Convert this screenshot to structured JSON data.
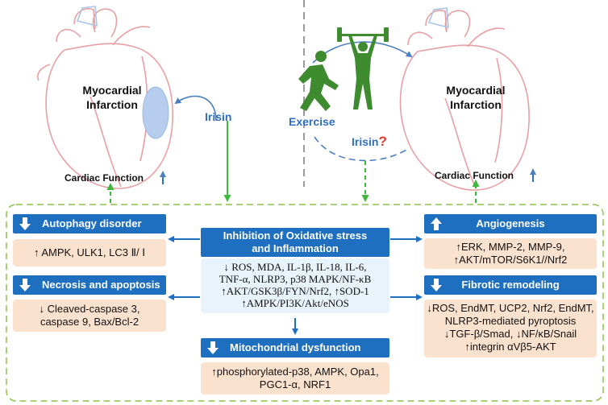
{
  "left_panel": {
    "heart_title": [
      "Myocardial",
      "Infarction"
    ],
    "irisin_label": "Irisin",
    "cardiac_function_label": "Cardiac Function"
  },
  "right_panel": {
    "heart_title": [
      "Myocardial",
      "Infarction"
    ],
    "exercise_label": "Exercise",
    "irisin_label": "Irisin",
    "irisin_question": "?",
    "cardiac_function_label": "Cardiac Function"
  },
  "center": {
    "header": [
      "Inhibition of Oxidative stress",
      "and Inflammation"
    ],
    "lines": [
      "↓ ROS, MDA, IL-1β, IL-18, IL-6,",
      "TNF-α, NLRP3, p38 MAPK/NF-κB",
      "↑AKT/GSK3β/FYN/Nrf2, ↑SOD-1",
      "↑AMPK/PI3K/Akt/eNOS"
    ]
  },
  "boxes": {
    "autophagy": {
      "title": "Autophagy disorder",
      "direction": "down",
      "lines": [
        "↑ AMPK, ULK1, LC3 Ⅱ/ Ⅰ"
      ]
    },
    "necrosis": {
      "title": "Necrosis and apoptosis",
      "direction": "down",
      "lines": [
        "↓ Cleaved-caspase 3,",
        "caspase 9, Bax/Bcl-2"
      ]
    },
    "mito": {
      "title": "Mitochondrial dysfunction",
      "direction": "down",
      "lines": [
        "↑phosphorylated-p38, AMPK, Opa1,",
        "PGC1-α, NRF1"
      ]
    },
    "angio": {
      "title": "Angiogenesis",
      "direction": "up",
      "lines": [
        "↑ERK, MMP-2, MMP-9,",
        "↑AKT/mTOR/S6K1//Nrf2"
      ]
    },
    "fibro": {
      "title": "Fibrotic remodeling",
      "direction": "down",
      "lines": [
        "↓ROS, EndMT, UCP2, Nrf2, EndMT,",
        "NLRP3-mediated pyroptosis",
        "↓TGF-β/Smad, ↓NF/κB/Snail",
        "↑integrin αVβ5-AKT"
      ]
    }
  },
  "colors": {
    "box_header": "#1f6fc0",
    "box_body": "#fbe2cf",
    "center_body": "#e8f3fb",
    "green": "#3cb83c",
    "figure_green": "#3f8b2f",
    "label_blue": "#2f6fbf",
    "heart_outline": "#e8a0a4"
  },
  "icons": [
    "heart-icon",
    "runner-icon",
    "weightlifter-icon",
    "up-arrow-icon",
    "down-arrow-icon"
  ]
}
